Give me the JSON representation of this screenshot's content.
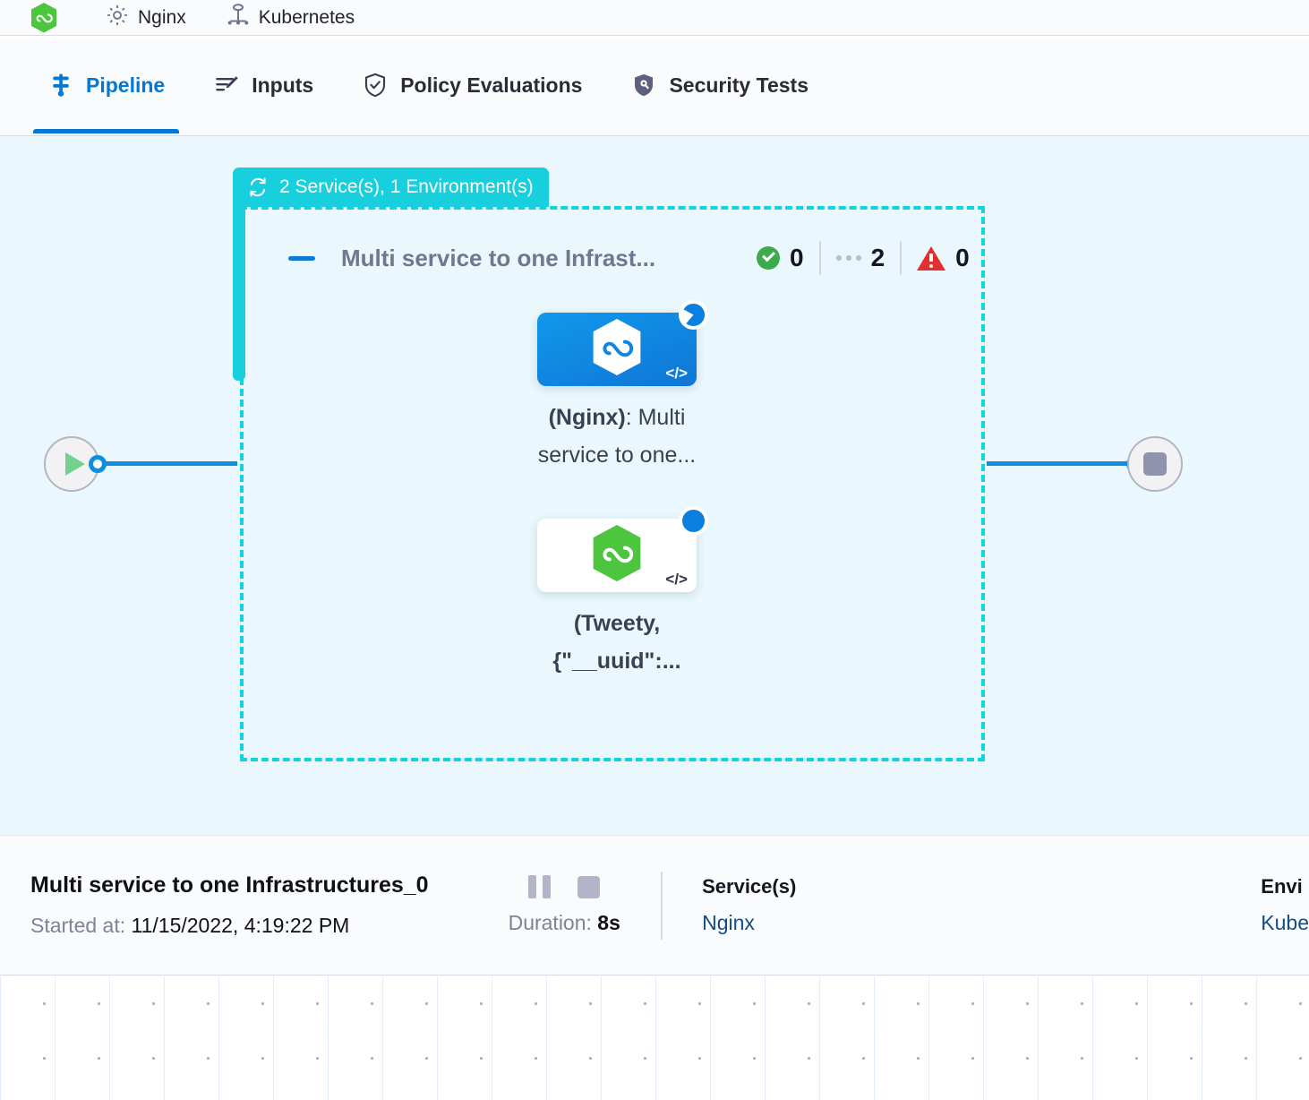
{
  "breadcrumb": {
    "items": [
      {
        "icon": "harness-hex-green-icon",
        "label": ""
      },
      {
        "icon": "gear-icon",
        "label": "Nginx"
      },
      {
        "icon": "kubernetes-icon",
        "label": "Kubernetes"
      }
    ]
  },
  "tabs": [
    {
      "id": "pipeline",
      "label": "Pipeline",
      "icon": "pipeline-icon",
      "active": true
    },
    {
      "id": "inputs",
      "label": "Inputs",
      "icon": "inputs-icon",
      "active": false
    },
    {
      "id": "policy-evaluations",
      "label": "Policy Evaluations",
      "icon": "shield-check-icon",
      "active": false
    },
    {
      "id": "security-tests",
      "label": "Security Tests",
      "icon": "shield-security-icon",
      "active": false
    }
  ],
  "canvas": {
    "group_badge": {
      "icon": "loop-repeat-icon",
      "label": "2 Service(s), 1 Environment(s)"
    },
    "stage": {
      "collapse_icon": "minus-icon",
      "title": "Multi service to one Infrast...",
      "counts": [
        {
          "icon": "success-check-icon",
          "value": "0"
        },
        {
          "icon": "pending-dots-icon",
          "value": "2"
        },
        {
          "icon": "error-warning-icon",
          "value": "0"
        }
      ]
    },
    "steps": [
      {
        "id": "nginx-step",
        "logo": "harness-hex-white-icon",
        "card_style": "blue",
        "code_glyph": "</>",
        "status": "running",
        "label_bold": "(Nginx)",
        "label_rest": ": Multi service to one..."
      },
      {
        "id": "tweety-step",
        "logo": "harness-hex-green-icon",
        "card_style": "white",
        "code_glyph": "</>",
        "status": "running",
        "label_bold": "(Tweety, {\"__uuid\":...",
        "label_rest": ""
      }
    ],
    "start_node": {
      "icon": "play-icon"
    },
    "end_node": {
      "icon": "stop-icon"
    }
  },
  "infobar": {
    "title": "Multi service to one Infrastructures_0",
    "started_label": "Started at:",
    "started_value": "11/15/2022, 4:19:22 PM",
    "pause_icon": "pause-icon",
    "stop_icon": "stop-icon",
    "duration_label": "Duration:",
    "duration_value": "8s",
    "services": {
      "heading": "Service(s)",
      "value": "Nginx"
    },
    "environments": {
      "heading": "Envi",
      "value": "Kube"
    }
  },
  "colors": {
    "accent_blue": "#0278d5",
    "group_teal": "#18cfdd",
    "canvas_bg": "#eaf7fc",
    "success_green": "#3cab4c",
    "error_red": "#e23030",
    "link_navy": "#154c82"
  }
}
